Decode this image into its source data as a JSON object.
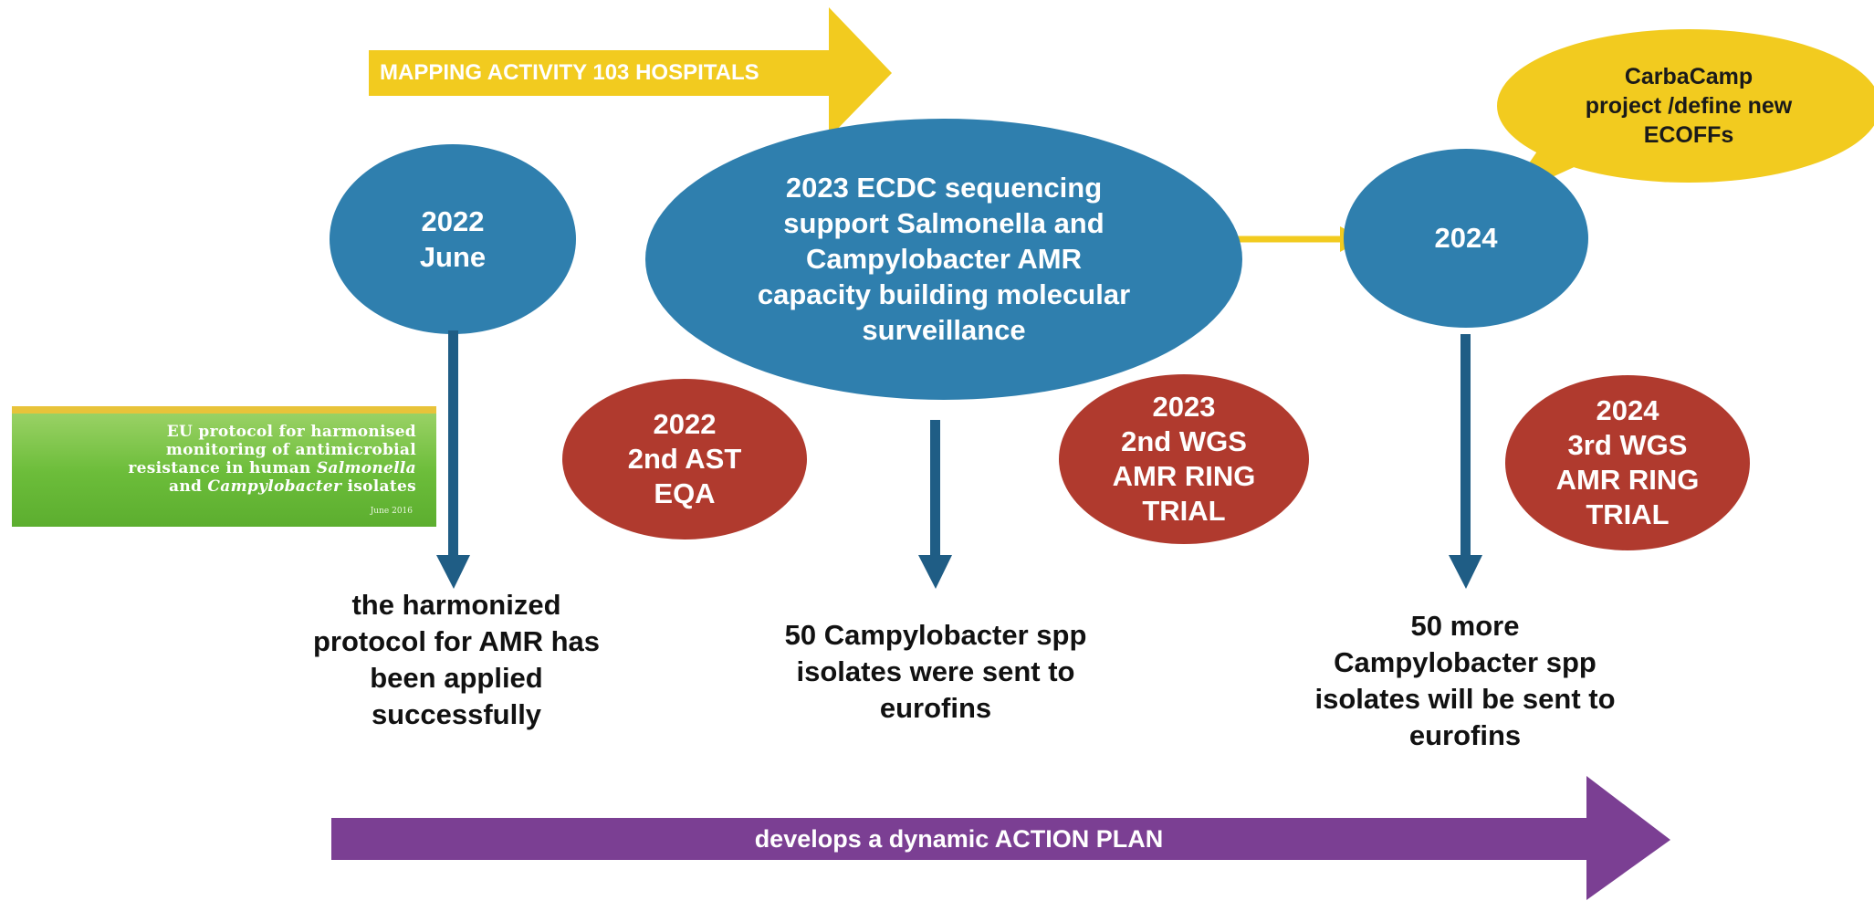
{
  "colors": {
    "blue": "#2f7fae",
    "red": "#b03a2e",
    "yellow": "#f2cb1f",
    "purple": "#7b3f93",
    "arrow_blue": "#1f5d85"
  },
  "top_arrow": {
    "label": "MAPPING ACTIVITY 103 HOSPITALS"
  },
  "blue_nodes": {
    "june2022": "2022\nJune",
    "ecdc2023": "2023 ECDC sequencing\nsupport Salmonella and\nCampylobacter AMR\ncapacity building molecular\nsurveillance",
    "y2024": "2024"
  },
  "callout": {
    "text": "CarbaCamp\nproject /define new\nECOFFs"
  },
  "red_nodes": {
    "ast2022": "2022\n2nd AST\nEQA",
    "wgs2023": "2023\n2nd WGS\nAMR RING\nTRIAL",
    "wgs2024": "2024\n3rd WGS\nAMR RING\nTRIAL"
  },
  "thumbnail": {
    "line1": "EU protocol for harmonised",
    "line2": "monitoring of antimicrobial",
    "line3a": "resistance in human ",
    "line3b": "Salmonella",
    "line4a": "and ",
    "line4b": "Campylobacter",
    "line4c": " isolates",
    "date": "June 2016"
  },
  "captions": {
    "left": "the harmonized\nprotocol for AMR has\nbeen applied\nsuccessfully",
    "middle": "50 Campylobacter spp\nisolates were sent to\neurofins",
    "right": "50 more\nCampylobacter spp\nisolates will be sent to\neurofins"
  },
  "bottom_arrow": {
    "label": "develops a dynamic ACTION PLAN"
  }
}
